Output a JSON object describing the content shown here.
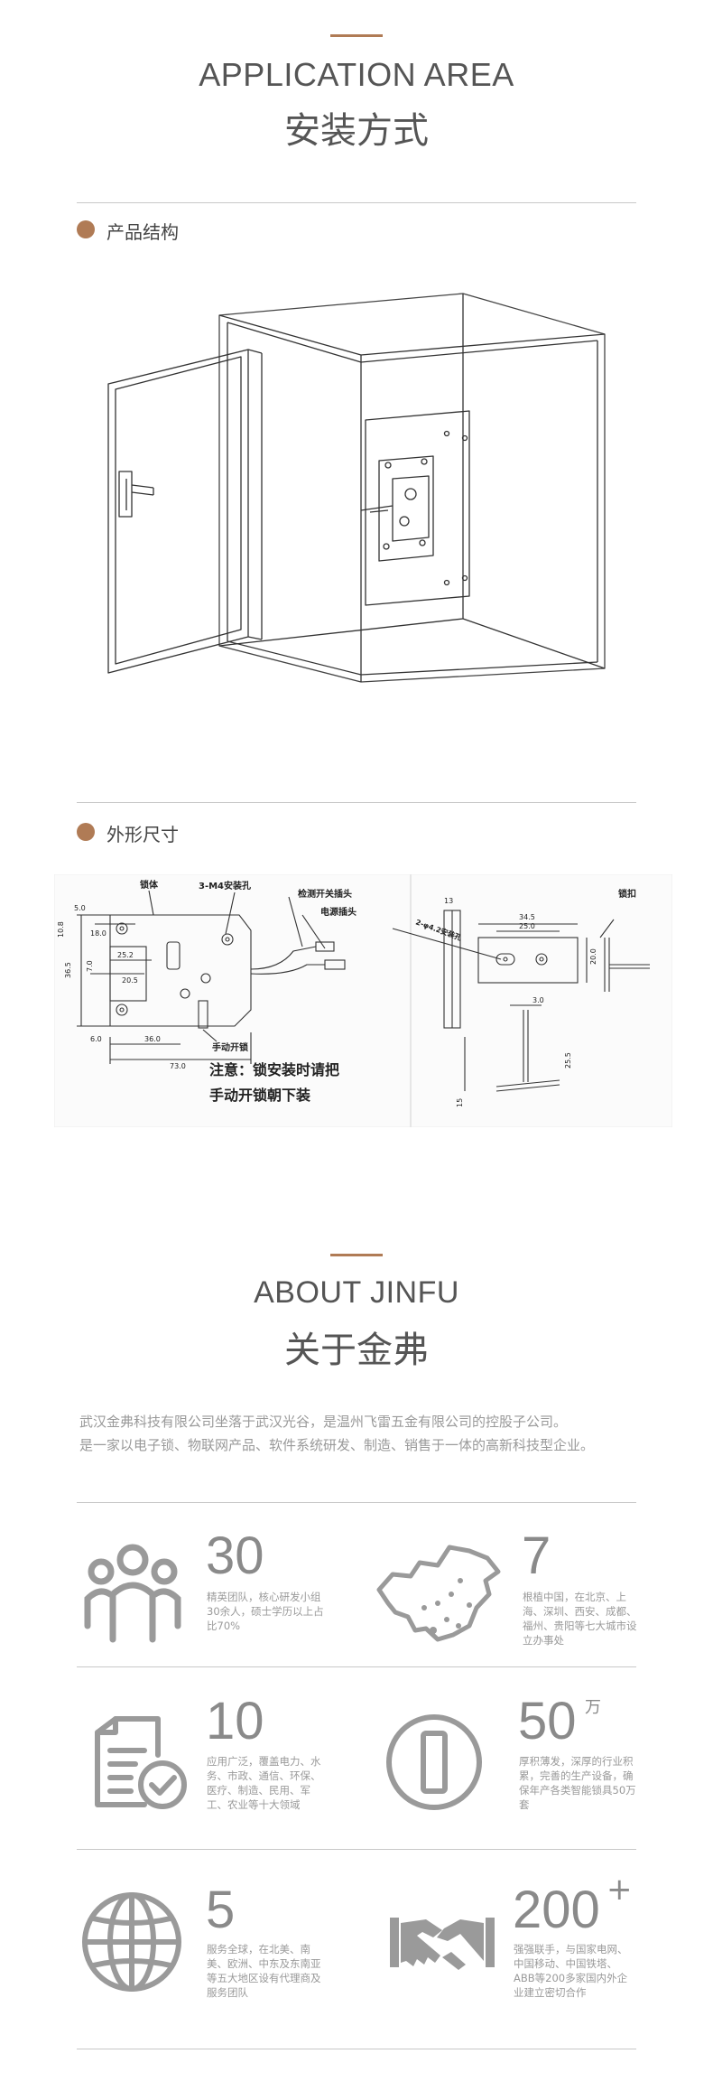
{
  "application": {
    "title_en": "APPLICATION AREA",
    "title_cn": "安装方式",
    "structure_label": "产品结构",
    "dimensions_label": "外形尺寸",
    "drawing": {
      "body_label": "锁体",
      "hole_label": "3-M4安装孔",
      "detect_label": "检测开关插头",
      "power_label": "电源插头",
      "manual_label": "手动开锁",
      "note_line1": "注意：锁安装时请把",
      "note_line2": "手动开锁朝下装",
      "buckle_label": "锁扣",
      "slot_label": "2-φ4.2安装孔",
      "dims": [
        "5.0",
        "10.8",
        "18.0",
        "25.2",
        "36.5",
        "7.0",
        "20.5",
        "6.0",
        "36.0",
        "73.0",
        "13",
        "34.5",
        "25.0",
        "20.0",
        "3.0",
        "25.5",
        "15"
      ]
    }
  },
  "about": {
    "title_en": "ABOUT JINFU",
    "title_cn": "关于金弗",
    "para_line1": "武汉金弗科技有限公司坐落于武汉光谷，是温州飞雷五金有限公司的控股子公司。",
    "para_line2": "是一家以电子锁、物联网产品、软件系统研发、制造、销售于一体的高新科技型企业。"
  },
  "stats": [
    {
      "icon": "team-icon",
      "number": "30",
      "sup": "",
      "desc": "精英团队，核心研发小组30余人，硕士学历以上占比70%"
    },
    {
      "icon": "china-map-icon",
      "number": "7",
      "sup": "",
      "desc": "根植中国，在北京、上海、深圳、西安、成都、福州、贵阳等七大城市设立办事处"
    },
    {
      "icon": "document-check-icon",
      "number": "10",
      "sup": "",
      "desc": "应用广泛，覆盖电力、水务、市政、通信、环保、医疗、制造、民用、军工、农业等十大领域"
    },
    {
      "icon": "lock-circle-icon",
      "number": "50",
      "sup": "万",
      "desc": "厚积薄发，深厚的行业积累，完善的生产设备，确保年产各类智能锁具50万套"
    },
    {
      "icon": "globe-icon",
      "number": "5",
      "sup": "",
      "desc": "服务全球，在北美、南美、欧洲、中东及东南亚等五大地区设有代理商及服务团队"
    },
    {
      "icon": "handshake-icon",
      "number": "200",
      "sup": "+",
      "desc": "强强联手，与国家电网、中国移动、中国铁塔、ABB等200多家国内外企业建立密切合作"
    }
  ]
}
